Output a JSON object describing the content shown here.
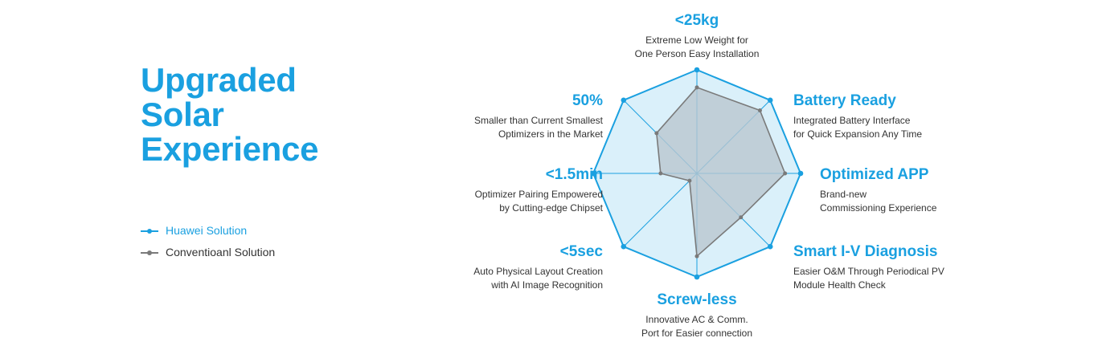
{
  "title_lines": [
    "Upgraded",
    "Solar",
    "Experience"
  ],
  "colors": {
    "accent": "#1aa0e0",
    "huawei_fill": "#daf0fa",
    "conventional_line": "#7a7a7a",
    "conventional_fill": "#b9c7cf",
    "text": "#333333"
  },
  "chart_data": {
    "type": "radar",
    "categories": [
      {
        "name": "<25kg",
        "description": [
          "Extreme Low Weight for",
          "One Person Easy Installation"
        ]
      },
      {
        "name": "Battery Ready",
        "description": [
          "Integrated Battery Interface",
          "for Quick Expansion Any Time"
        ]
      },
      {
        "name": "Optimized APP",
        "description": [
          "Brand-new",
          "Commissioning Experience"
        ]
      },
      {
        "name": "Smart I-V Diagnosis",
        "description": [
          "Easier O&M Through Periodical PV",
          "Module Health Check"
        ]
      },
      {
        "name": "Screw-less",
        "description": [
          "Innovative AC & Comm.",
          "Port for Easier connection"
        ]
      },
      {
        "name": "<5sec",
        "description": [
          "Auto Physical Layout Creation",
          "with AI Image Recognition"
        ]
      },
      {
        "name": "<1.5min",
        "description": [
          "Optimizer Pairing Empowered",
          "by Cutting-edge Chipset"
        ]
      },
      {
        "name": "50%",
        "description": [
          "Smaller than Current Smallest",
          "Optimizers in the Market"
        ]
      }
    ],
    "series": [
      {
        "name": "Huawei Solution",
        "values": [
          1,
          1,
          1,
          1,
          1,
          1,
          1,
          1
        ]
      },
      {
        "name": "Conventioanl Solution",
        "values": [
          0.83,
          0.86,
          0.85,
          0.6,
          0.8,
          0.1,
          0.35,
          0.55
        ]
      }
    ],
    "range": [
      0,
      1
    ],
    "legend_position": "left",
    "grid": true
  }
}
